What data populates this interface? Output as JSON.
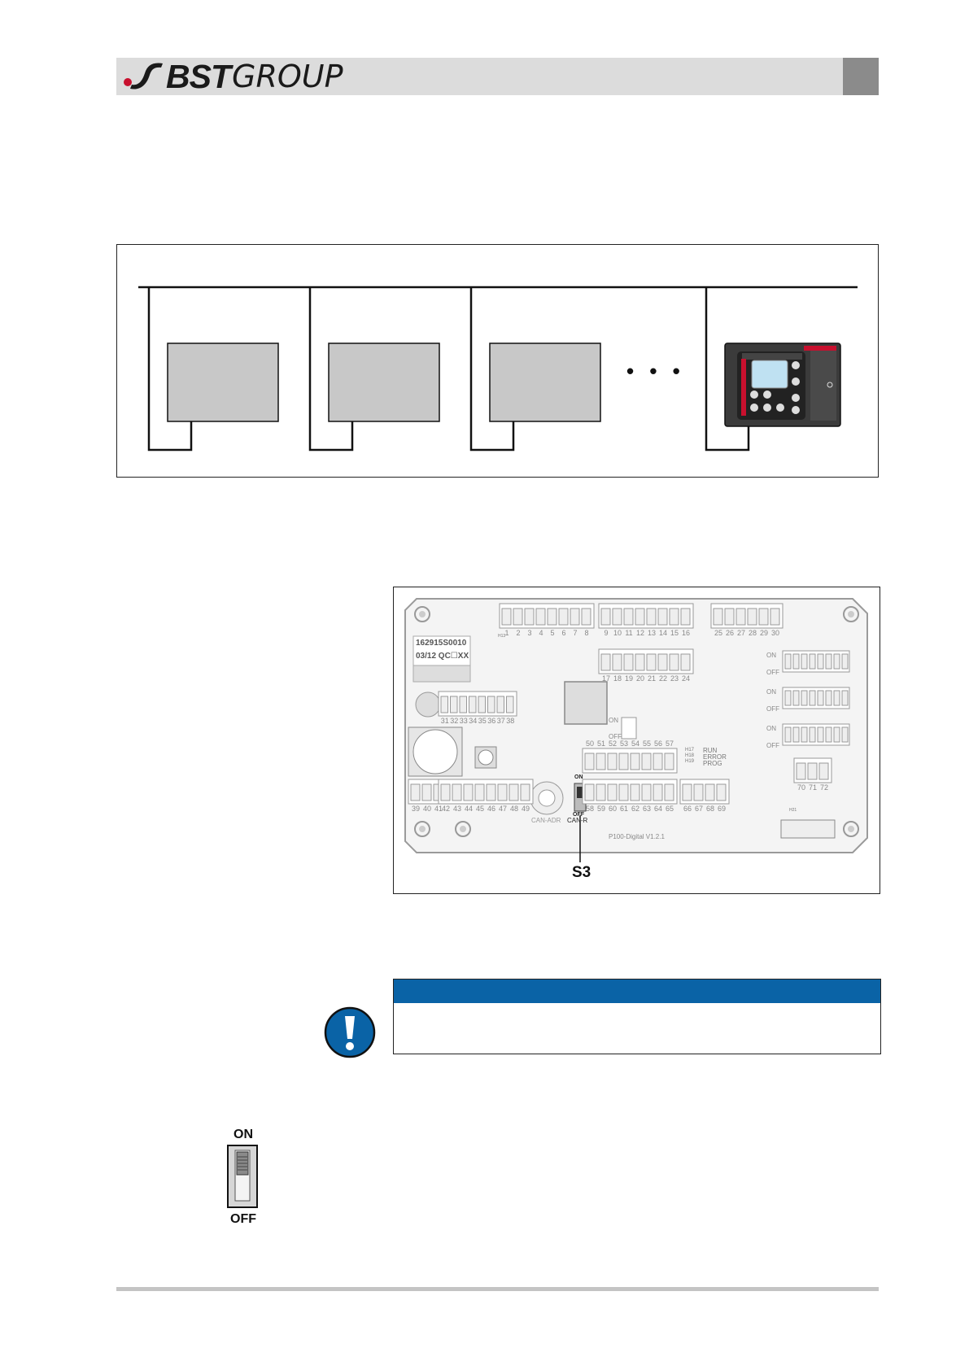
{
  "header": {
    "logo_text_bold": "BST",
    "logo_text_light": "GROUP",
    "bar_color": "#dcdcdc",
    "tab_color": "#8b8b8b"
  },
  "figure_network": {
    "ellipsis": "• • •"
  },
  "figure_board": {
    "label_sticker_line1": "162915S0010",
    "label_sticker_line2": "03/12 QC☐XX",
    "terminals_top_1": [
      "1",
      "2",
      "3",
      "4",
      "5",
      "6",
      "7",
      "8"
    ],
    "terminals_top_2": [
      "9",
      "10",
      "11",
      "12",
      "13",
      "14",
      "15",
      "16"
    ],
    "terminals_top_3": [
      "25",
      "26",
      "27",
      "28",
      "29",
      "30"
    ],
    "terminals_mid_1": [
      "17",
      "18",
      "19",
      "20",
      "21",
      "22",
      "23",
      "24"
    ],
    "terminals_mid_2": [
      "31",
      "32",
      "33",
      "34",
      "35",
      "36",
      "37",
      "38"
    ],
    "terminals_mid_3": [
      "50",
      "51",
      "52",
      "53",
      "54",
      "55",
      "56",
      "57"
    ],
    "terminals_bot_1": [
      "39",
      "40",
      "41"
    ],
    "terminals_bot_2": [
      "42",
      "43",
      "44",
      "45",
      "46",
      "47",
      "48",
      "49"
    ],
    "terminals_bot_3": [
      "58",
      "59",
      "60",
      "61",
      "62",
      "63",
      "64",
      "65"
    ],
    "terminals_bot_4": [
      "66",
      "67",
      "68",
      "69"
    ],
    "terminals_bot_5": [
      "70",
      "71",
      "72"
    ],
    "led_run": "RUN",
    "led_error": "ERROR",
    "led_prog": "PROG",
    "led_h17": "H17",
    "led_h18": "H18",
    "led_h19": "H19",
    "led_h13": "H13",
    "led_h21": "H21",
    "dip_on": "ON",
    "dip_off": "OFF",
    "can_adr": "CAN-ADR",
    "can_r": "CAN-R",
    "switch_on": "ON",
    "switch_off": "OFF",
    "board_name": "P100-Digital  V1.2.1",
    "callout": "S3"
  },
  "notice": {
    "header_color": "#0a63a6",
    "icon": "exclamation-icon"
  },
  "switch_detail": {
    "on_label": "ON",
    "off_label": "OFF"
  }
}
